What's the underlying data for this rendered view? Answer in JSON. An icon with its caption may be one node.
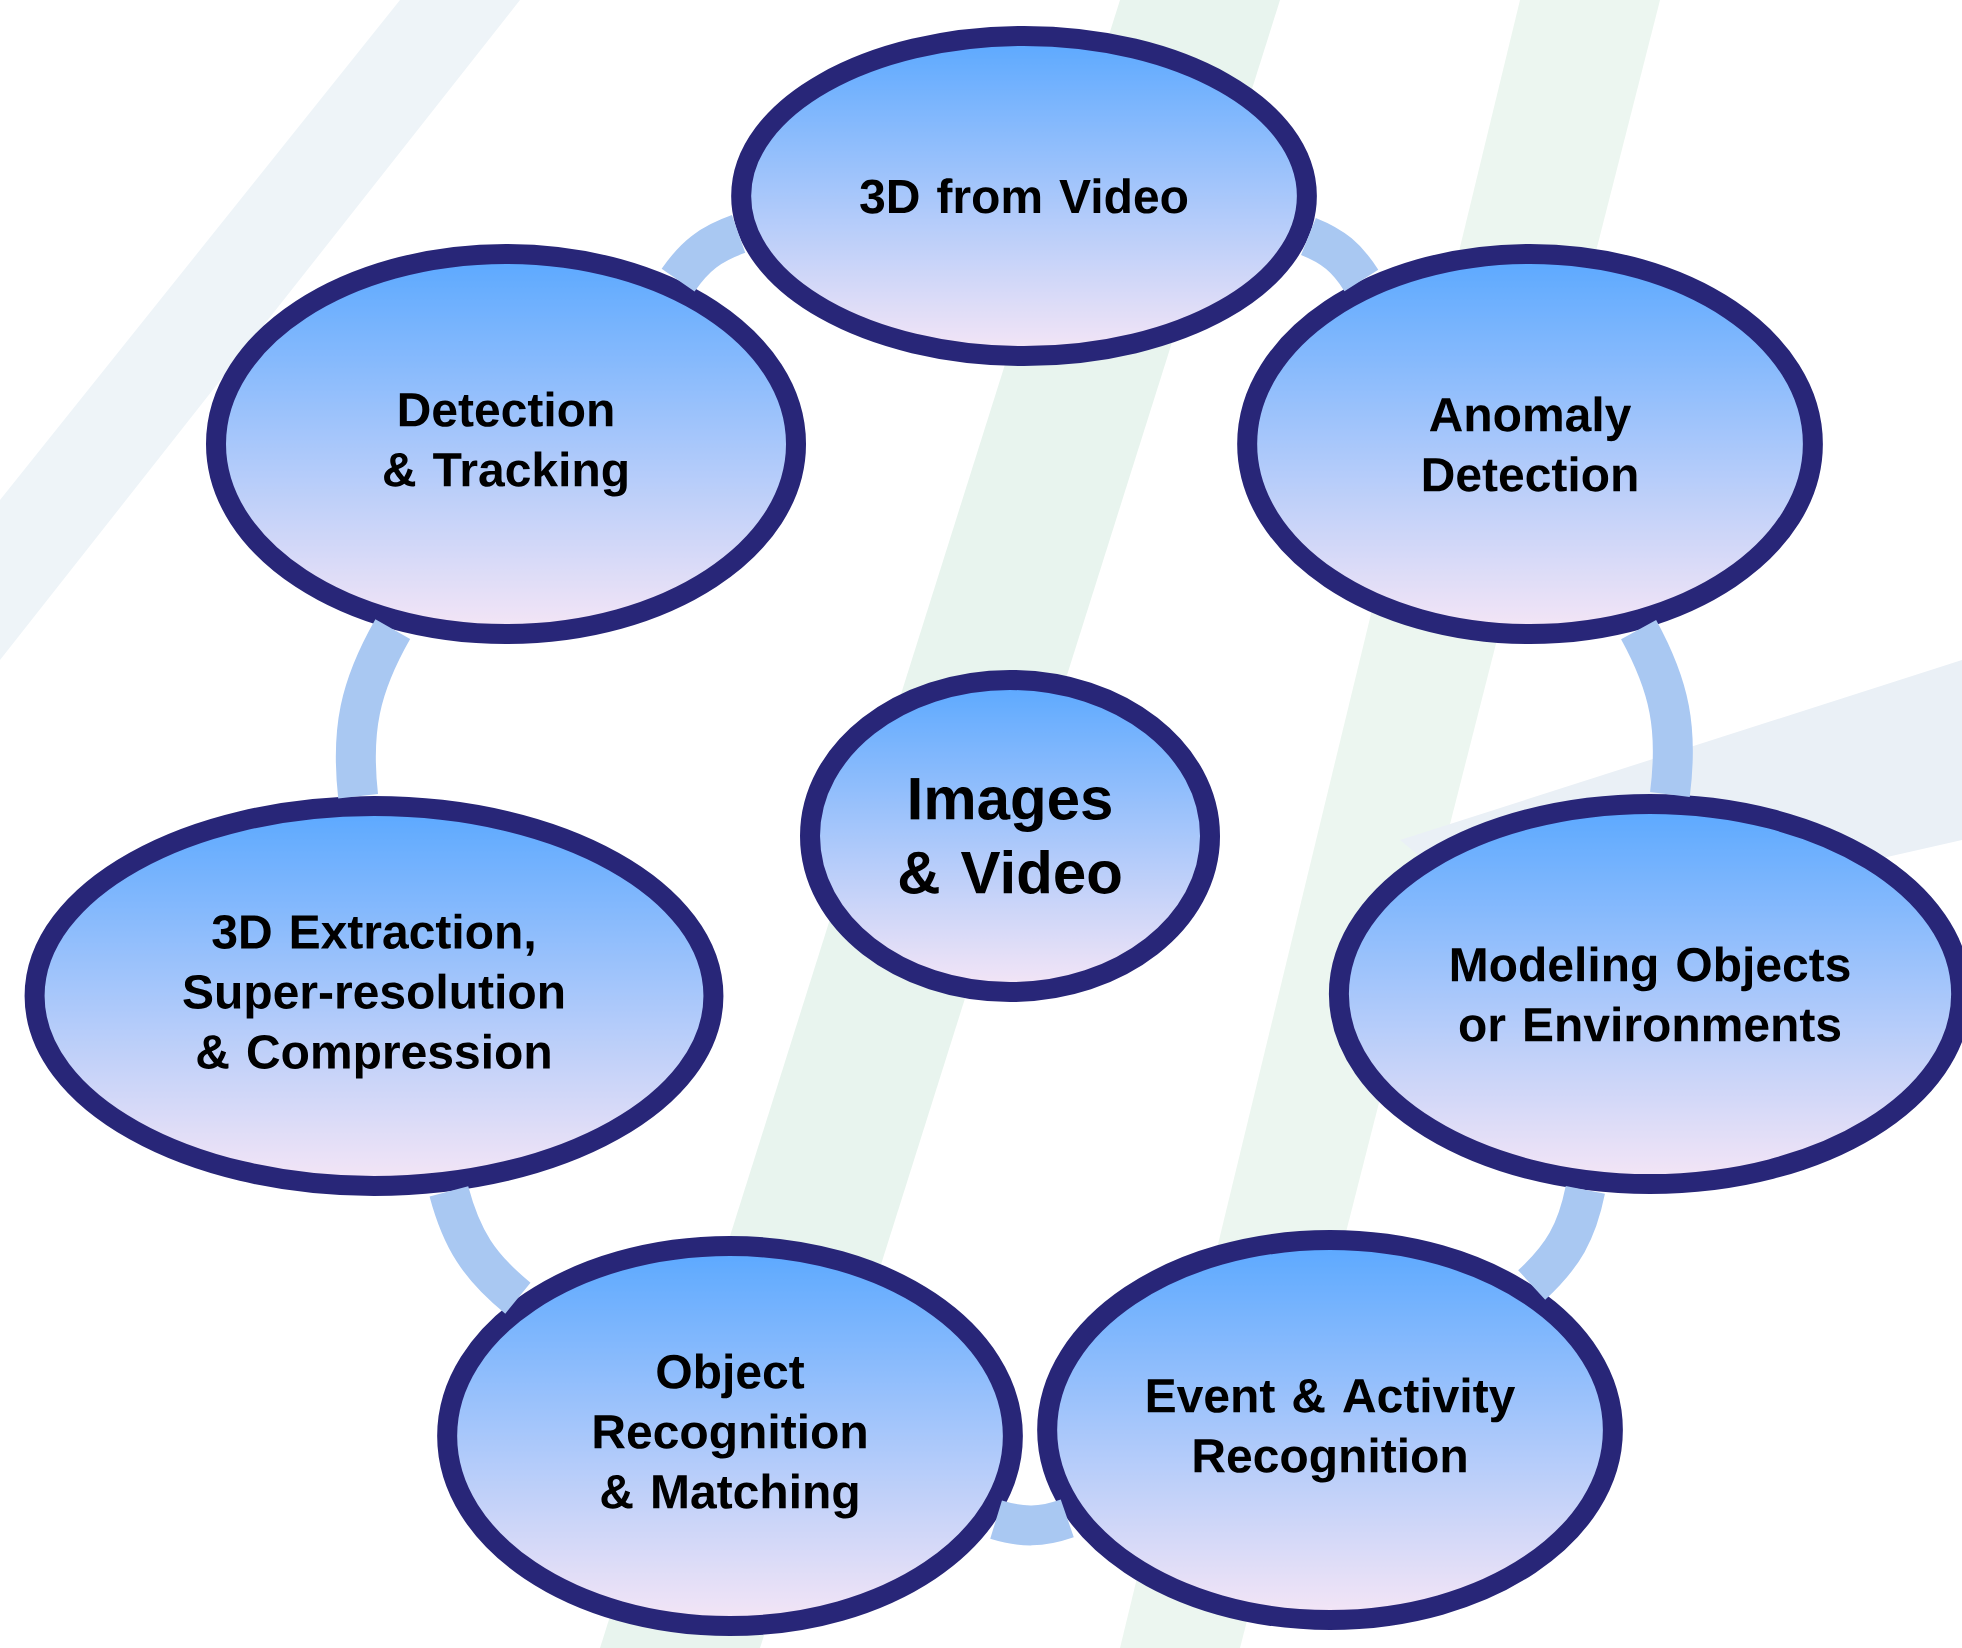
{
  "diagram": {
    "nodes": [
      {
        "text": [
          "Images & Video"
        ]
      },
      {
        "text": [
          "3D from Video"
        ]
      },
      {
        "text": [
          "Anomaly Detection"
        ]
      },
      {
        "text": [
          "Modeling Objects or Environments"
        ]
      },
      {
        "text": [
          "Event & Activity Recognition"
        ]
      },
      {
        "text": [
          "Object Recognition & Matching"
        ]
      },
      {
        "text": [
          "3D Extraction, Super-resolution & Compression"
        ]
      },
      {
        "text": [
          "Detection & Tracking"
        ]
      }
    ],
    "edges": [
      {
        "from": 1,
        "to": 2,
        "arrow": "none"
      },
      {
        "from": 2,
        "to": 3,
        "arrow": "none"
      },
      {
        "from": 3,
        "to": 4,
        "arrow": "none"
      },
      {
        "from": 4,
        "to": 5,
        "arrow": "none"
      },
      {
        "from": 5,
        "to": 6,
        "arrow": "none"
      },
      {
        "from": 6,
        "to": 7,
        "arrow": "none"
      },
      {
        "from": 7,
        "to": 1,
        "arrow": "none"
      }
    ]
  }
}
